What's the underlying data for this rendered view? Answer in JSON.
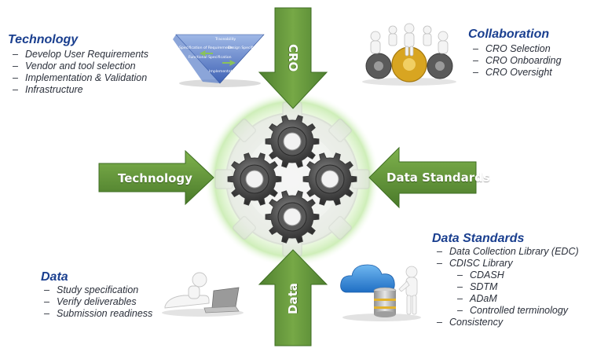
{
  "colors": {
    "arrow_fill": "#6d9e3f",
    "arrow_dark": "#4d7a2a",
    "title_blue": "#1a3f8f",
    "gear_dark": "#3c3c3c",
    "gear_light": "#d9d9d9",
    "glow_green": "#c9ecb1"
  },
  "arrows": {
    "top": "CRO",
    "left": "Technology",
    "right": "Data Standards",
    "bottom": "Data"
  },
  "technology": {
    "title": "Technology",
    "items": [
      "Develop User Requirements",
      "Vendor and tool selection",
      "Implementation & Validation",
      "Infrastructure"
    ]
  },
  "collaboration": {
    "title": "Collaboration",
    "items": [
      "CRO Selection",
      "CRO Onboarding",
      "CRO Oversight"
    ]
  },
  "data": {
    "title": "Data",
    "items": [
      "Study specification",
      "Verify deliverables",
      "Submission readiness"
    ]
  },
  "data_standards": {
    "title": "Data Standards",
    "items": [
      {
        "text": "Data Collection Library (EDC)",
        "level": 1
      },
      {
        "text": "CDISC Library",
        "level": 1
      },
      {
        "text": "CDASH",
        "level": 2
      },
      {
        "text": "SDTM",
        "level": 2
      },
      {
        "text": "ADaM",
        "level": 2
      },
      {
        "text": "Controlled terminology",
        "level": 2
      },
      {
        "text": "Consistency",
        "level": 1
      }
    ]
  },
  "illustrations": {
    "tech_pyramid_labels": [
      "Traceability",
      "Specification of Requirements",
      "Functional Specification",
      "Design Specification",
      "Implementation"
    ],
    "tech_pyramid_icon": "v-model-pyramid-icon",
    "collab_icon": "people-on-gears-icon",
    "data_icon": "person-with-laptop-icon",
    "standards_icon": "cloud-database-person-icon",
    "center_icon": "gears-cluster-icon"
  }
}
